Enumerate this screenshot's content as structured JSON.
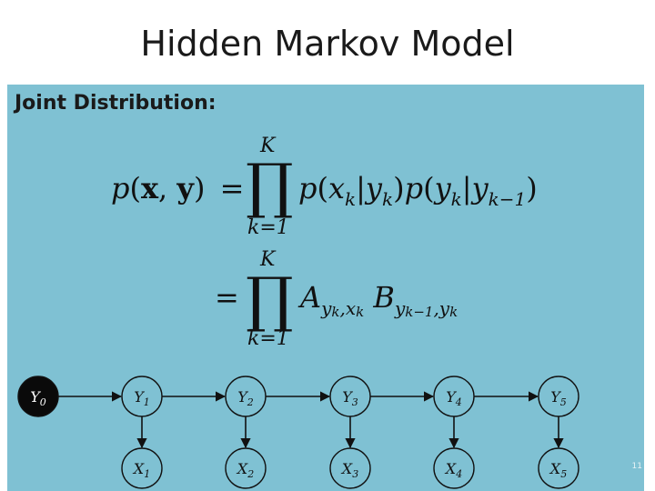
{
  "slide": {
    "title": "Hidden Markov Model",
    "section_label": "Joint Distribution:",
    "page_number": "11"
  },
  "equation1": {
    "lhs_p": "p",
    "lhs_args": "(x, y)",
    "equals": "=",
    "prod_top": "K",
    "prod_symbol": "∏",
    "prod_bottom": "k=1",
    "rhs": "p(x|y)p(y|y)",
    "rhs_parts": [
      "p(x",
      "k",
      "|y",
      "k",
      ")p(y",
      "k",
      "|y",
      "k−1",
      ")"
    ]
  },
  "equation2": {
    "equals": "=",
    "prod_top": "K",
    "prod_symbol": "∏",
    "prod_bottom": "k=1",
    "a_letter": "A",
    "a_sub": "y",
    "a_sub_k": "k",
    "a_sub_mid": ",x",
    "a_sub_k2": "k",
    "b_letter": "B",
    "b_sub": "y",
    "b_sub_k": "k−1",
    "b_sub_end": ",y",
    "b_sub_k2": "k"
  },
  "graph": {
    "hidden_nodes": [
      {
        "letter": "Y",
        "index": "0",
        "filled": true
      },
      {
        "letter": "Y",
        "index": "1",
        "filled": false
      },
      {
        "letter": "Y",
        "index": "2",
        "filled": false
      },
      {
        "letter": "Y",
        "index": "3",
        "filled": false
      },
      {
        "letter": "Y",
        "index": "4",
        "filled": false
      },
      {
        "letter": "Y",
        "index": "5",
        "filled": false
      }
    ],
    "observed_nodes": [
      {
        "letter": "X",
        "index": "1"
      },
      {
        "letter": "X",
        "index": "2"
      },
      {
        "letter": "X",
        "index": "3"
      },
      {
        "letter": "X",
        "index": "4"
      },
      {
        "letter": "X",
        "index": "5"
      }
    ],
    "colors": {
      "filled_node": "#0a0a0a",
      "open_node": "#7fc1d3",
      "edge": "#111111",
      "filled_text": "#ffffff",
      "open_text": "#111111"
    }
  }
}
